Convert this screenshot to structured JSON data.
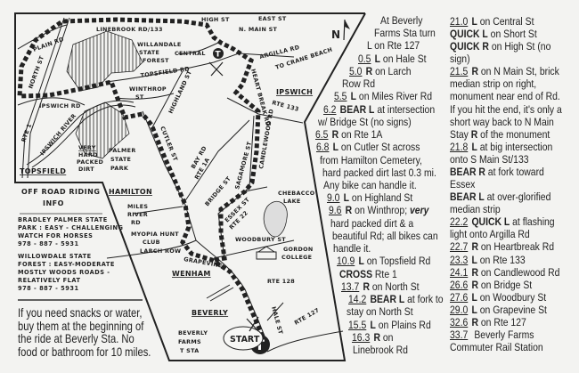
{
  "map": {
    "labels": {
      "linebrook": "LINEBROOK RD/133",
      "high_st": "HIGH ST",
      "east_st": "EAST ST",
      "n_main": "N. MAIN ST",
      "plain_rd": "PLAIN RD",
      "north_st": "NORTH ST",
      "forest1": "WILLANDALE",
      "forest2": "STATE",
      "forest3": "FOREST",
      "central": "CENTRAL",
      "topsfield_rd": "TOPSFIELD RD",
      "argilla": "ARGILLA RD",
      "crane": "TO CRANE BEACH",
      "heartbreak": "HEART BREAK RD",
      "ipswich": "IPSWICH",
      "rte133": "RTE 133",
      "winthrop": "WINTHROP",
      "winthrop_st": "ST",
      "highland": "HIGHLAND ST",
      "ipswich_rd": "IPSWICH RD",
      "rte1": "RTE 1",
      "ipswich_river": "IPSWICH RIVER",
      "very": "VERY",
      "hard": "HARD",
      "packed": "PACKED",
      "dirt": "DIRT",
      "palmer1": "PALMER",
      "palmer2": "STATE",
      "palmer3": "PARK",
      "topsfield": "TOPSFIELD",
      "cutler": "CUTLER ST",
      "bay_rd": "BAY RD",
      "rte1a": "RTE 1A",
      "sagamore": "SAGAMORE ST",
      "candlewood": "CANDLEWOOD RD",
      "hamilton": "HAMILTON",
      "miles1": "MILES",
      "miles2": "RIVER",
      "miles3": "RD",
      "bridge": "BRIDGE ST",
      "essex": "ESSEX ST",
      "rte22": "RTE 22",
      "chebacco1": "CHEBACCO",
      "chebacco2": "LAKE",
      "myopia1": "MYOPIA HUNT",
      "myopia2": "CLUB",
      "woodbury": "WOODBURY ST",
      "larch": "LARCH ROW",
      "grapevine": "GRAPEVINE",
      "gordon1": "GORDON",
      "gordon2": "COLLEGE",
      "wenham": "WENHAM",
      "rte128": "RTE 128",
      "beverly": "BEVERLY",
      "hale": "HALE ST",
      "rte127": "RTE 127",
      "bf1": "BEVERLY",
      "bf2": "FARMS",
      "bf3": "T STA",
      "start": "START",
      "north": "N",
      "t": "T"
    },
    "info": [
      "OFF ROAD RIDING",
      "INFO",
      "BRADLEY PALMER STATE",
      "PARK : EASY - CHALLENGING",
      "WATCH FOR HORSES",
      "978 - 887 - 5931",
      "WILLOWDALE STATE",
      "FOREST : EASY-MODERATE",
      "MOSTLY WOODS ROADS -",
      "RELATIVELY FLAT",
      "978 - 887 - 5931"
    ]
  },
  "snacks": [
    "If you need snacks or water,",
    "buy them at the beginning of",
    "the ride at Beverly Sta. No",
    "food or bathroom for 10 miles."
  ],
  "directions": {
    "column1": [
      {
        "t": "At Beverly"
      },
      {
        "t": "Farms Sta turn"
      },
      {
        "t": "L on Rte 127"
      },
      {
        "m": "0.5",
        "b": "L",
        "t": " on Hale St"
      },
      {
        "m": "5.0",
        "b": "R",
        "t": " on Larch"
      },
      {
        "t": "Row Rd"
      },
      {
        "m": "5.5",
        "b": "L",
        "t": " on Miles River Rd"
      },
      {
        "m": "6.2",
        "b": "BEAR L",
        "t": " at intersection"
      },
      {
        "t": "w/ Bridge St (no signs)"
      },
      {
        "m": "6.5",
        "b": "R",
        "t": " on Rte 1A"
      },
      {
        "m": "6.8",
        "b": "L",
        "t": " on Cutler St across"
      },
      {
        "t": "from Hamilton Cemetery,"
      },
      {
        "t": "hard packed dirt last 0.3 mi."
      },
      {
        "t": "Any bike can handle it."
      },
      {
        "m": "9.0",
        "b": "L",
        "t": " on Highland St"
      },
      {
        "m": "9.6",
        "b": "R",
        "t": " on Winthrop; ",
        "e": "very"
      },
      {
        "t": "hard packed dirt & a"
      },
      {
        "t": "beautiful Rd; all bikes can"
      },
      {
        "t": "handle it."
      },
      {
        "m": "10.9",
        "b": "L",
        "t": " on Topsfield Rd"
      },
      {
        "b": "CROSS",
        "t": " Rte 1"
      },
      {
        "m": "13.7",
        "b": "R",
        "t": " on North St"
      },
      {
        "m": "14.2",
        "b": "BEAR L",
        "t": " at fork to"
      },
      {
        "t": "stay on North St"
      },
      {
        "m": "15.5",
        "b": "L",
        "t": " on Plains Rd"
      },
      {
        "m": "16.3",
        "b": "R",
        "t": " on"
      },
      {
        "t": "Linebrook Rd"
      }
    ],
    "column2": [
      {
        "m": "21.0",
        "b": "L",
        "t": " on Central St"
      },
      {
        "b": "QUICK L",
        "t": " on Short St"
      },
      {
        "b": "QUICK R",
        "t": " on High St (no"
      },
      {
        "t": "sign)"
      },
      {
        "m": "21.5",
        "b": "R",
        "t": " on N Main St, brick"
      },
      {
        "t": "median strip on right,"
      },
      {
        "t": "monument near end of Rd."
      },
      {
        "t": "If you hit the end, it's only a"
      },
      {
        "t": "short way back to N Main"
      },
      {
        "t": "Stay ",
        "b2": "R",
        "t2": " of the monument"
      },
      {
        "m": "21.8",
        "b": "L",
        "t": " at big intersection"
      },
      {
        "t": "onto S Main St/133"
      },
      {
        "b": "BEAR R",
        "t": " at fork toward"
      },
      {
        "t": "Essex"
      },
      {
        "b": "BEAR L",
        "t": " at over-glorified"
      },
      {
        "t": "median strip"
      },
      {
        "m": "22.2",
        "b": "QUICK L",
        "t": " at flashing"
      },
      {
        "t": "light onto Argilla Rd"
      },
      {
        "m": "22.7",
        "b": "R",
        "t": " on Heartbreak Rd"
      },
      {
        "m": "23.3",
        "b": "L",
        "t": " on Rte 133"
      },
      {
        "m": "24.1",
        "b": "R",
        "t": " on Candlewood Rd"
      },
      {
        "m": "26.6",
        "b": "R",
        "t": " on Bridge St"
      },
      {
        "m": "27.6",
        "b": "L",
        "t": " on Woodbury St"
      },
      {
        "m": "29.0",
        "b": "L",
        "t": " on Grapevine St"
      },
      {
        "m": "32.6",
        "b": "R",
        "t": " on Rte 127"
      },
      {
        "m": "33.7",
        "t": " Beverly Farms"
      },
      {
        "t": "Commuter Rail Station"
      }
    ]
  },
  "colors": {
    "ink": "#1a1a1a",
    "paper": "#f3f3f1"
  }
}
